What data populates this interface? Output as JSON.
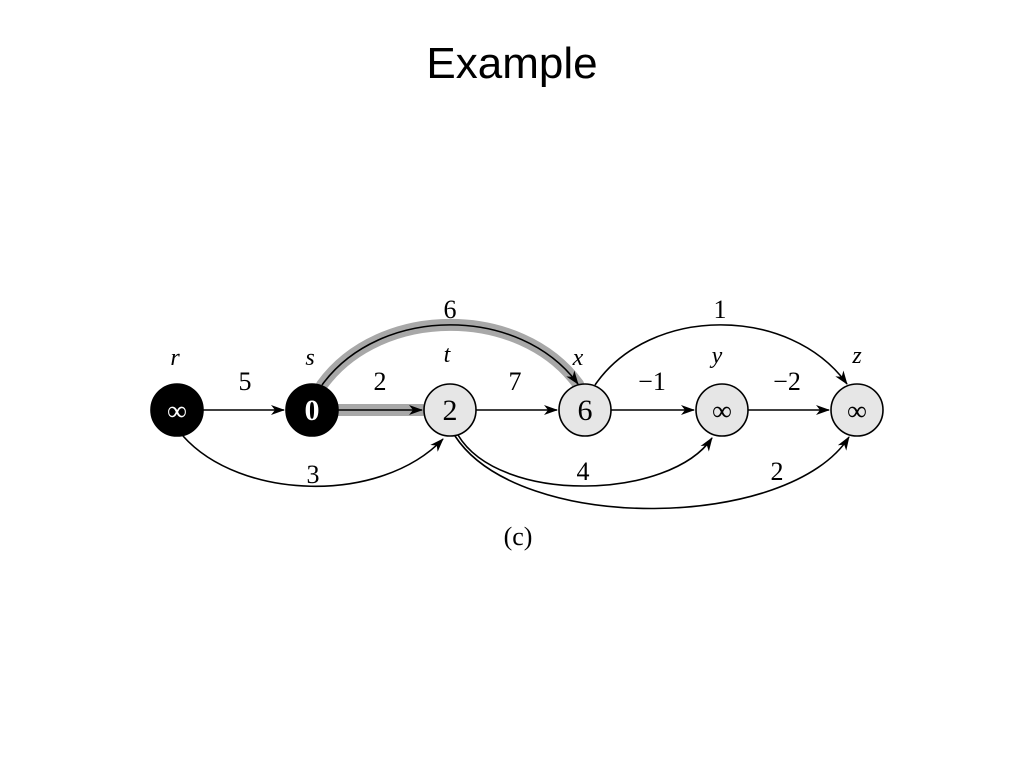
{
  "slide": {
    "title": "Example",
    "caption": "(c)"
  },
  "colors": {
    "black_node": "#000000",
    "gray_node": "#e6e6e6",
    "edge": "#000000",
    "highlight": "#a8a8a8"
  },
  "nodes": [
    {
      "id": "r",
      "name": "r",
      "value": "∞",
      "style": "black"
    },
    {
      "id": "s",
      "name": "s",
      "value": "0",
      "style": "black"
    },
    {
      "id": "t",
      "name": "t",
      "value": "2",
      "style": "gray"
    },
    {
      "id": "x",
      "name": "x",
      "value": "6",
      "style": "gray"
    },
    {
      "id": "y",
      "name": "y",
      "value": "∞",
      "style": "gray"
    },
    {
      "id": "z",
      "name": "z",
      "value": "∞",
      "style": "gray"
    }
  ],
  "edges": [
    {
      "id": "r-s",
      "from": "r",
      "to": "s",
      "weight": "5",
      "highlighted": false
    },
    {
      "id": "s-t",
      "from": "s",
      "to": "t",
      "weight": "2",
      "highlighted": true
    },
    {
      "id": "s-x",
      "from": "s",
      "to": "x",
      "weight": "6",
      "highlighted": true
    },
    {
      "id": "r-t",
      "from": "r",
      "to": "t",
      "weight": "3",
      "highlighted": false
    },
    {
      "id": "t-x",
      "from": "t",
      "to": "x",
      "weight": "7",
      "highlighted": false
    },
    {
      "id": "x-y",
      "from": "x",
      "to": "y",
      "weight": "−1",
      "highlighted": false
    },
    {
      "id": "x-z",
      "from": "x",
      "to": "z",
      "weight": "1",
      "highlighted": false
    },
    {
      "id": "y-z",
      "from": "y",
      "to": "z",
      "weight": "−2",
      "highlighted": false
    },
    {
      "id": "t-y",
      "from": "t",
      "to": "y",
      "weight": "4",
      "highlighted": false
    },
    {
      "id": "t-z",
      "from": "t",
      "to": "z",
      "weight": "2",
      "highlighted": false
    }
  ]
}
